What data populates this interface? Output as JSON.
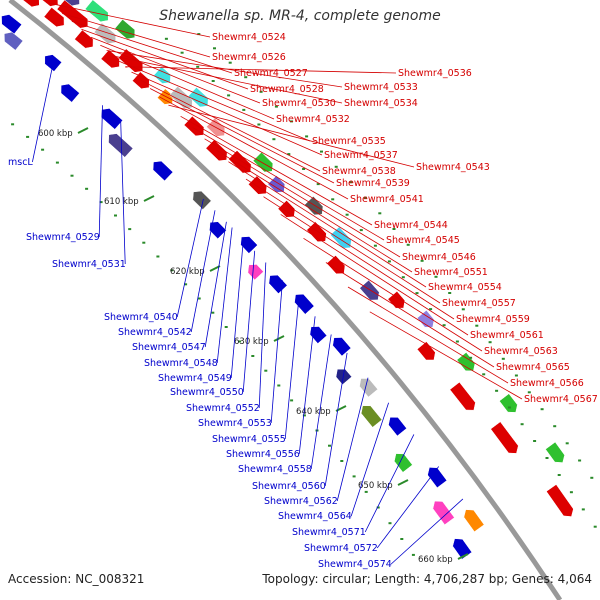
{
  "title": "Shewanella sp. MR-4, complete genome",
  "footer": {
    "accession": "Accession: NC_008321",
    "topology": "Topology: circular; Length: 4,706,287 bp; Genes: 4,064"
  },
  "colors": {
    "forward": "#d40000",
    "reverse": "#0000cc",
    "backbone": "#999999",
    "tick_mark": "#2a8a2a",
    "forward_label": "#d40000",
    "reverse_label": "#0000cc"
  },
  "scale_labels": [
    "600 kbp",
    "610 kbp",
    "620 kbp",
    "630 kbp",
    "640 kbp",
    "650 kbp",
    "660 kbp"
  ],
  "forward_labels": [
    "Shewmr4_0524",
    "Shewmr4_0526",
    "Shewmr4_0527",
    "Shewmr4_0528",
    "Shewmr4_0530",
    "Shewmr4_0532",
    "Shewmr4_0533",
    "Shewmr4_0534",
    "Shewmr4_0535",
    "Shewmr4_0536",
    "Shewmr4_0537",
    "Shewmr4_0538",
    "Shewmr4_0539",
    "Shewmr4_0541",
    "Shewmr4_0543",
    "Shewmr4_0544",
    "Shewmr4_0545",
    "Shewmr4_0546",
    "Shewmr4_0551",
    "Shewmr4_0554",
    "Shewmr4_0557",
    "Shewmr4_0559",
    "Shewmr4_0561",
    "Shewmr4_0563",
    "Shewmr4_0565",
    "Shewmr4_0566",
    "Shewmr4_0567"
  ],
  "reverse_labels": [
    "mscL",
    "Shewmr4_0529",
    "Shewmr4_0531",
    "Shewmr4_0540",
    "Shewmr4_0542",
    "Shewmr4_0547",
    "Shewmr4_0548",
    "Shewmr4_0549",
    "Shewmr4_0550",
    "Shewmr4_0552",
    "Shewmr4_0553",
    "Shewmr4_0555",
    "Shewmr4_0556",
    "Shewmr4_0558",
    "Shewmr4_0560",
    "Shewmr4_0562",
    "Shewmr4_0564",
    "Shewmr4_0571",
    "Shewmr4_0572",
    "Shewmr4_0574"
  ]
}
